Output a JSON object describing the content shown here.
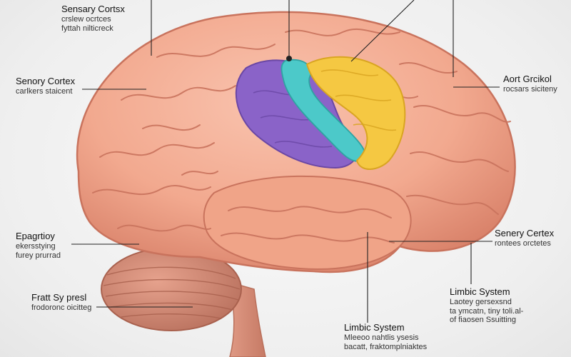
{
  "labels": [
    {
      "title": "Sensary Cortsx",
      "lines": [
        "crslew ocrtces",
        "fyttah nilticreck"
      ]
    },
    {
      "title": "Senory Cortex",
      "lines": [
        "carlkers staicent"
      ]
    },
    {
      "title": "Aort Grcikol",
      "lines": [
        "rocsars siciteny"
      ]
    },
    {
      "title": "Epagrtioy",
      "lines": [
        "ekersstying",
        "furey prurrad"
      ]
    },
    {
      "title": "Senery Certex",
      "lines": [
        "rontees orctetes"
      ]
    },
    {
      "title": "Fratt Sy presl",
      "lines": [
        "frodoronc oicitteg"
      ]
    },
    {
      "title": "Limbic System",
      "lines": [
        "Laotey gersexsnd",
        "ta ymcatn, tiny toli.al-",
        "of fiaosen Ssuitting"
      ]
    },
    {
      "title": "Limbic System",
      "lines": [
        "Mleeoo nahtlis ysesis",
        "bacatt, fraktomplniaktes"
      ]
    }
  ],
  "colors": {
    "brain": "#f2a98f",
    "brain_dark": "#d9826a",
    "purple": "#8a63c8",
    "teal": "#4cc9c9",
    "yellow": "#f5c842",
    "cerebellum": "#cf8a76",
    "leader_line": "#222222"
  }
}
